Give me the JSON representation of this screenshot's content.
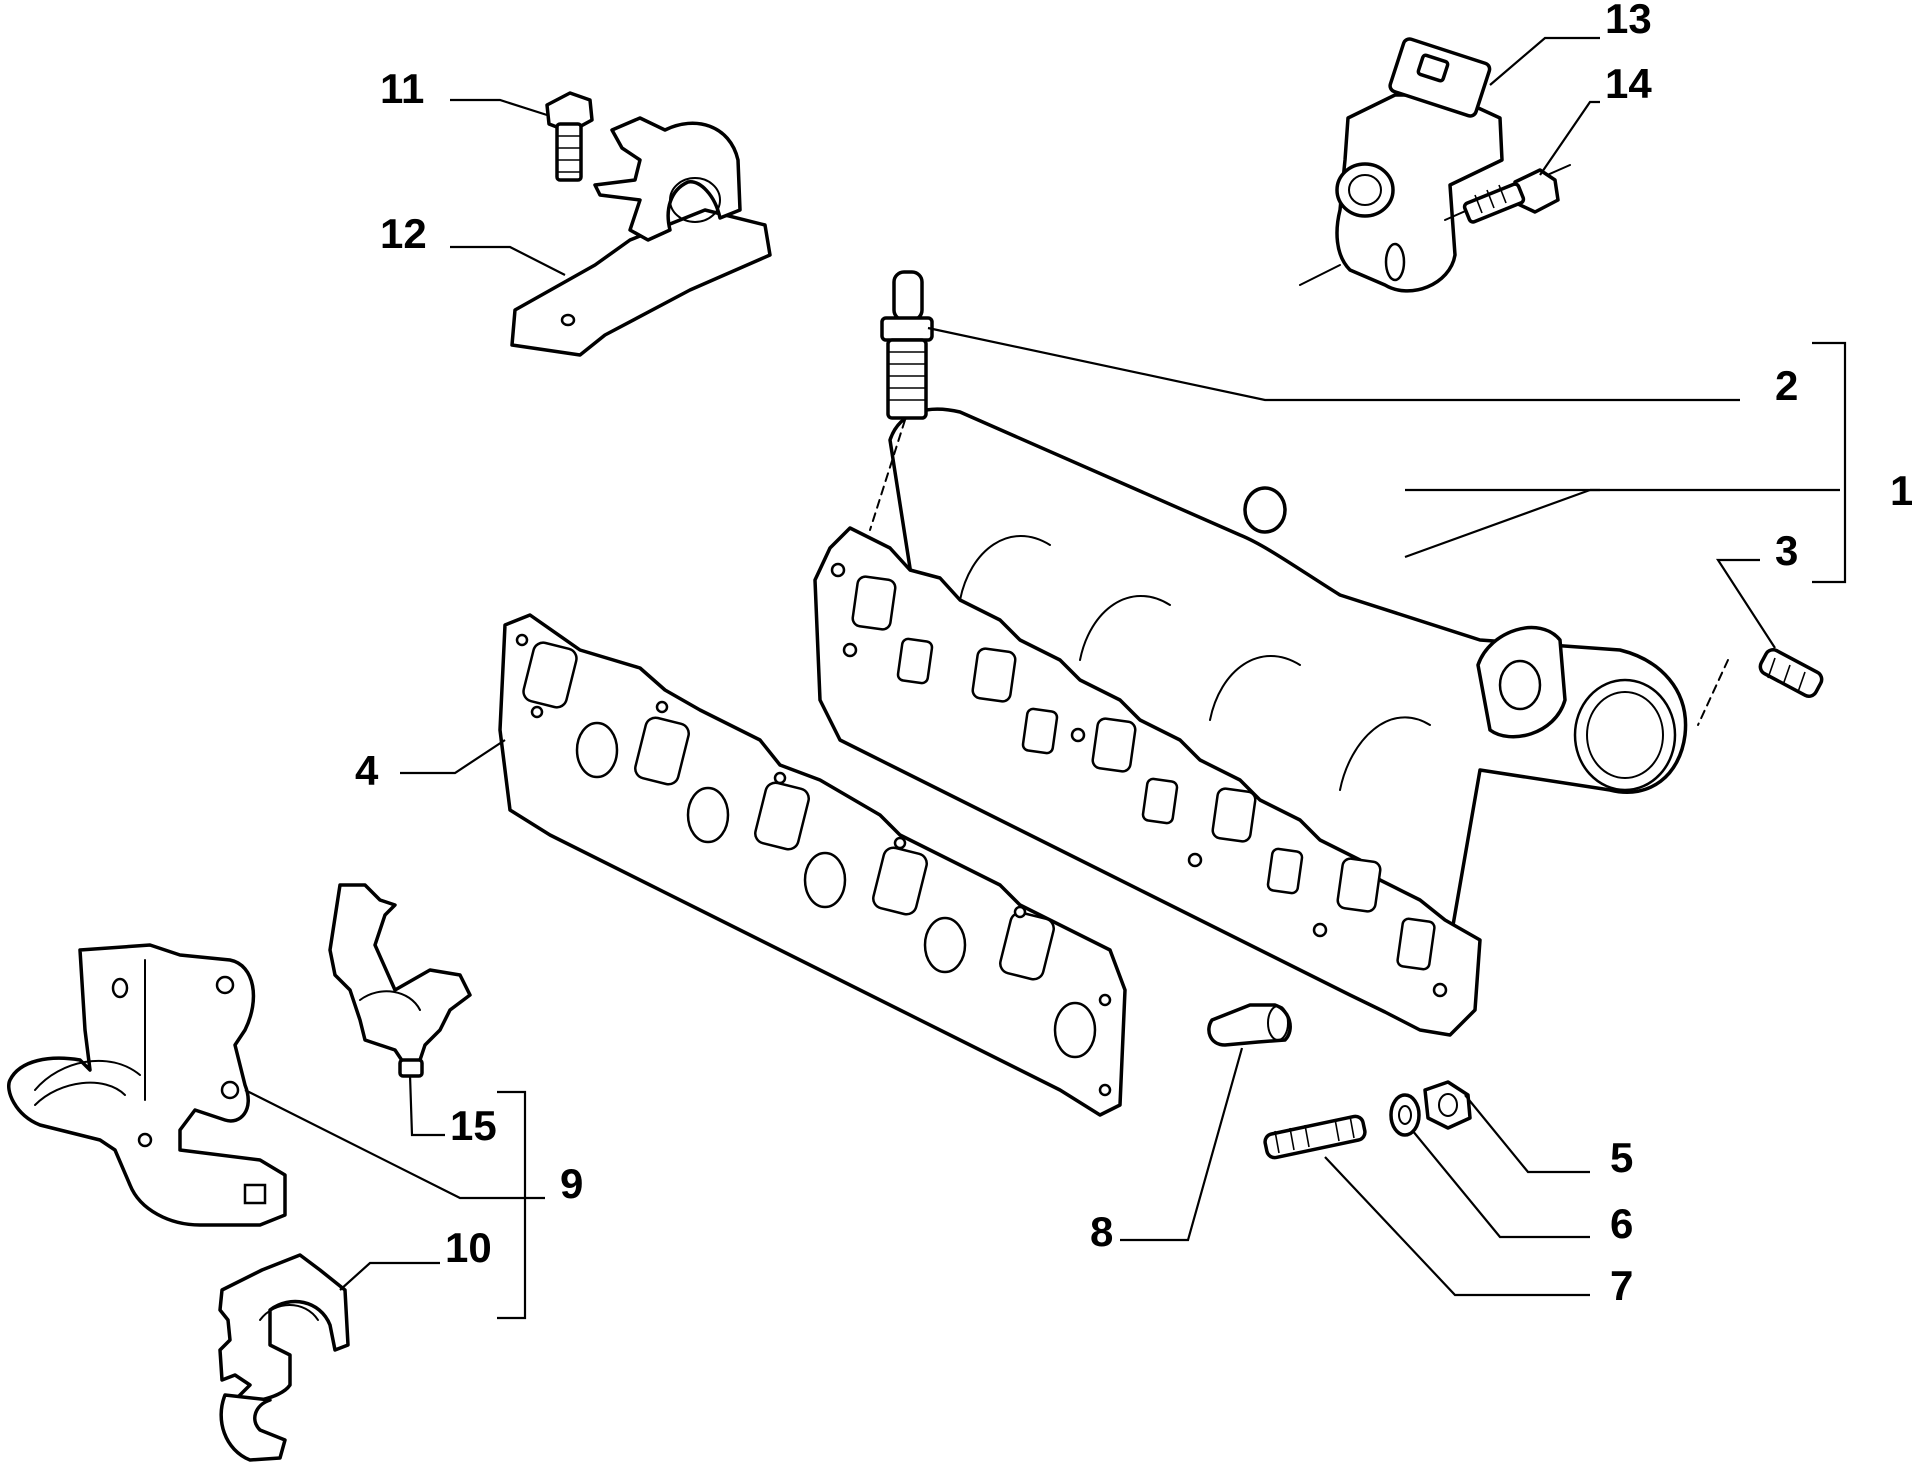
{
  "diagram": {
    "labels": {
      "p1": "1",
      "p2": "2",
      "p3": "3",
      "p4": "4",
      "p5": "5",
      "p6": "6",
      "p7": "7",
      "p8": "8",
      "p9": "9",
      "p10": "10",
      "p11": "11",
      "p12": "12",
      "p13": "13",
      "p14": "14",
      "p15": "15"
    },
    "parts": [
      {
        "ref": "1",
        "icon": "intake-manifold-icon"
      },
      {
        "ref": "2",
        "icon": "hose-fitting-stud-icon"
      },
      {
        "ref": "3",
        "icon": "stud-icon"
      },
      {
        "ref": "4",
        "icon": "manifold-gasket-icon"
      },
      {
        "ref": "5",
        "icon": "nut-icon"
      },
      {
        "ref": "6",
        "icon": "washer-icon"
      },
      {
        "ref": "7",
        "icon": "stud-icon"
      },
      {
        "ref": "8",
        "icon": "plug-icon"
      },
      {
        "ref": "9",
        "icon": "support-bracket-icon"
      },
      {
        "ref": "10",
        "icon": "clip-icon"
      },
      {
        "ref": "11",
        "icon": "bolt-icon"
      },
      {
        "ref": "12",
        "icon": "bracket-icon"
      },
      {
        "ref": "13",
        "icon": "sensor-icon"
      },
      {
        "ref": "14",
        "icon": "bolt-icon"
      },
      {
        "ref": "15",
        "icon": "clip-icon"
      }
    ]
  }
}
